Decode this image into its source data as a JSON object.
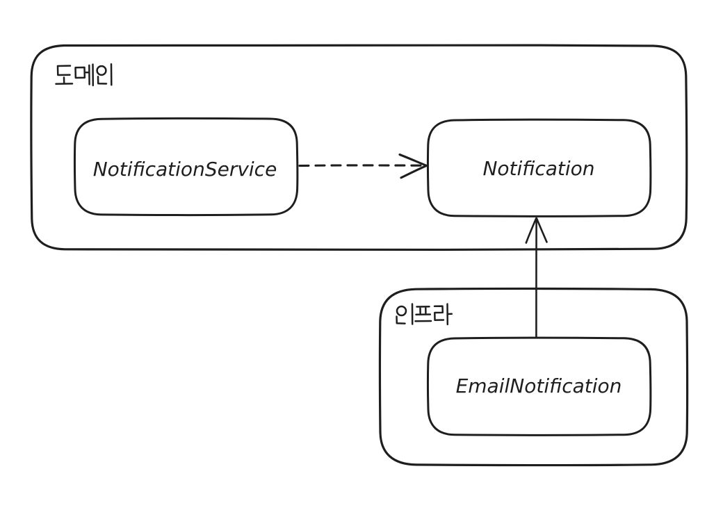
{
  "diagram": {
    "background_color": "#ffffff",
    "stroke_color": "#1e1e1e",
    "containers": [
      {
        "id": "domain",
        "label": "도메인"
      },
      {
        "id": "infra",
        "label": "인프라"
      }
    ],
    "nodes": [
      {
        "id": "notification-service",
        "label": "NotificationService",
        "container": "domain"
      },
      {
        "id": "notification",
        "label": "Notification",
        "container": "domain"
      },
      {
        "id": "email-notification",
        "label": "EmailNotification",
        "container": "infra"
      }
    ],
    "edges": [
      {
        "from": "NotificationService",
        "to": "Notification",
        "line_style": "dashed",
        "arrowhead": "open",
        "direction": "left-to-right"
      },
      {
        "from": "EmailNotification",
        "to": "Notification",
        "line_style": "solid",
        "arrowhead": "open",
        "direction": "bottom-to-top"
      }
    ]
  }
}
